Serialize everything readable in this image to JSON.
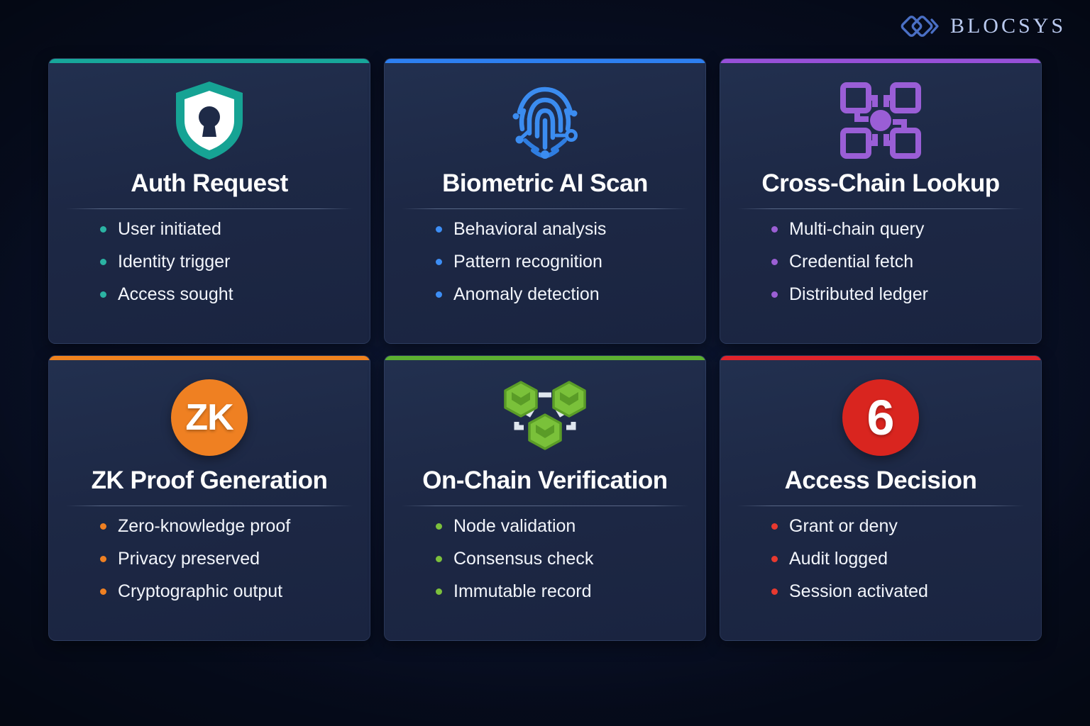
{
  "brand": {
    "name": "BLOCSYS",
    "logo_icon": "interlocking-diamonds-logo",
    "color": "#4a6fc4"
  },
  "theme": {
    "page_background": "#060c1d",
    "card_background": "#1f2b49",
    "title_color": "#ffffff",
    "bullet_text_color": "#f2f5fb"
  },
  "cards": [
    {
      "id": "auth-request",
      "title": "Auth Request",
      "accent": "#17a79a",
      "bullet_color": "#2bb3a3",
      "icon": "shield-keyhole-icon",
      "icon_colors": {
        "primary": "#16a394",
        "secondary": "#ffffff",
        "detail": "#1e2a47"
      },
      "bullets": [
        "User initiated",
        "Identity trigger",
        "Access sought"
      ]
    },
    {
      "id": "biometric-ai-scan",
      "title": "Biometric AI Scan",
      "accent": "#2d7ff0",
      "bullet_color": "#3d8ef5",
      "icon": "fingerprint-icon",
      "icon_colors": {
        "primary": "#2b7fe8",
        "secondary": "#56a3ff",
        "detail": "#1d6fd8"
      },
      "bullets": [
        "Behavioral analysis",
        "Pattern recognition",
        "Anomaly detection"
      ]
    },
    {
      "id": "cross-chain-lookup",
      "title": "Cross-Chain Lookup",
      "accent": "#9750d8",
      "bullet_color": "#9b5fd4",
      "icon": "network-nodes-icon",
      "icon_colors": {
        "primary": "#9a5ed6",
        "secondary": "#8e52cd",
        "detail": "#1e2a47"
      },
      "bullets": [
        "Multi-chain query",
        "Credential fetch",
        "Distributed ledger"
      ]
    },
    {
      "id": "zk-proof-generation",
      "title": "ZK Proof Generation",
      "accent": "#f0821e",
      "bullet_color": "#ef8022",
      "icon": "zk-badge-icon",
      "badge_label": "ZK",
      "icon_colors": {
        "primary": "#ef8022",
        "secondary": "#ffffff",
        "detail": "#ffffff"
      },
      "bullets": [
        "Zero-knowledge proof",
        "Privacy preserved",
        "Cryptographic output"
      ]
    },
    {
      "id": "on-chain-verification",
      "title": "On-Chain Verification",
      "accent": "#5cb031",
      "bullet_color": "#7cc03c",
      "icon": "hexagon-nodes-icon",
      "icon_colors": {
        "primary": "#7ac13a",
        "secondary": "#5a9c27",
        "detail": "#dfe6ee"
      },
      "bullets": [
        "Node validation",
        "Consensus check",
        "Immutable record"
      ]
    },
    {
      "id": "access-decision",
      "title": "Access Decision",
      "accent": "#e0232b",
      "bullet_color": "#e8392f",
      "icon": "step-number-badge-icon",
      "badge_label": "6",
      "icon_colors": {
        "primary": "#d9251f",
        "secondary": "#ffffff",
        "detail": "#ffffff"
      },
      "bullets": [
        "Grant or deny",
        "Audit logged",
        "Session activated"
      ]
    }
  ]
}
